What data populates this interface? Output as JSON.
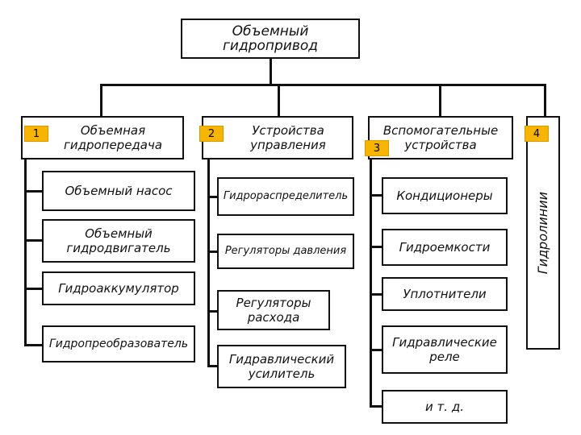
{
  "root": "Объемный гидропривод",
  "col1": {
    "header": "Объемная гидропередача",
    "badge": "1",
    "items": [
      "Объемный насос",
      "Объемный гидродвигатель",
      "Гидроаккумулятор",
      "Гидропреобразователь"
    ]
  },
  "col2": {
    "header": "Устройства управления",
    "badge": "2",
    "items": [
      "Гидрораспределитель",
      "Регуляторы давления",
      "Регуляторы расхода",
      "Гидравлический усилитель"
    ]
  },
  "col3": {
    "header": "Вспомогательные устройства",
    "badge": "3",
    "items": [
      "Кондиционеры",
      "Гидроемкости",
      "Уплотнители",
      "Гидравлические реле",
      "и т. д."
    ]
  },
  "col4": {
    "header": "Гидролинии",
    "badge": "4"
  }
}
